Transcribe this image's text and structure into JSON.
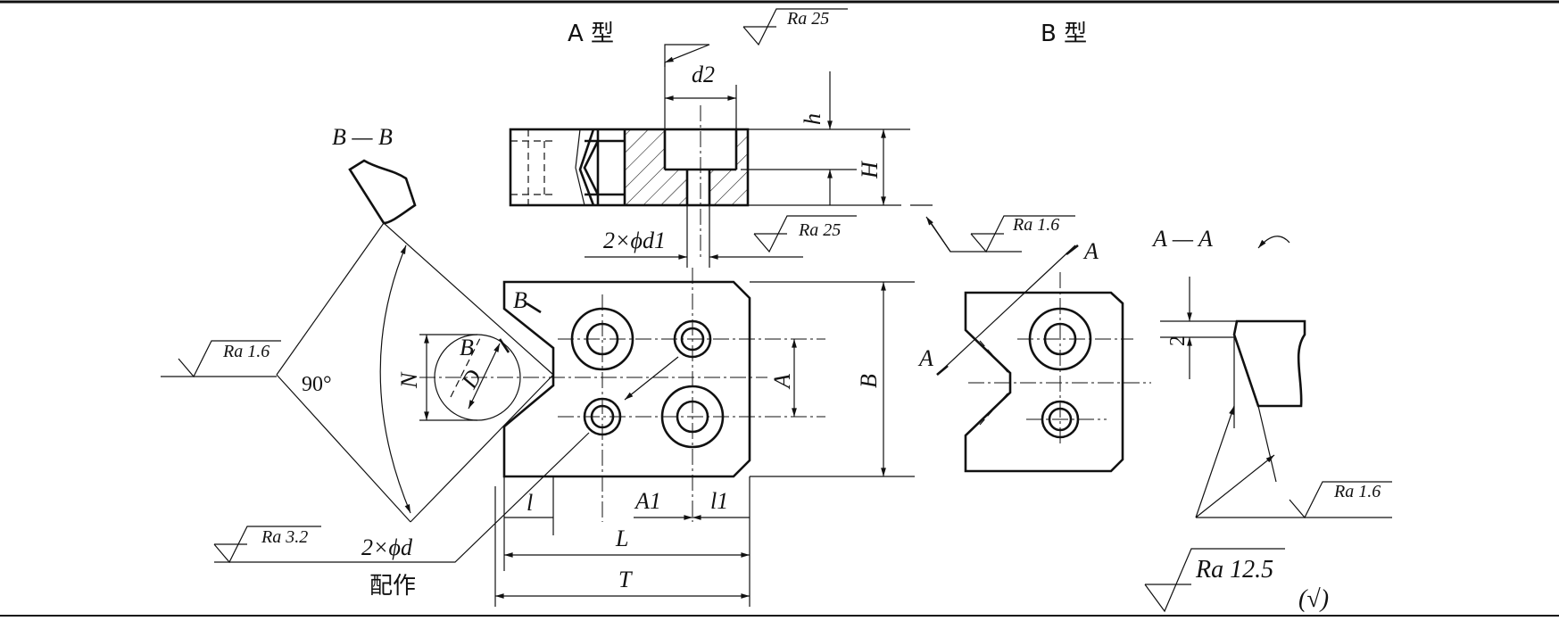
{
  "type_a_title": "A 型",
  "type_b_title": "B 型",
  "section_bb": "B — B",
  "section_aa": "A — A",
  "angle": "90°",
  "fit_note": "配作",
  "dims": {
    "d2": "d2",
    "h": "h",
    "H": "H",
    "two_d1": "2×ϕd1",
    "two_d": "2×ϕd",
    "N": "N",
    "D": "D",
    "A": "A",
    "B": "B",
    "A1": "A1",
    "l": "l",
    "l1": "l1",
    "L": "L",
    "T": "T",
    "two": "2"
  },
  "roughness": {
    "top_a": "Ra 25",
    "mid_a": "Ra 25",
    "right_a": "Ra 1.6",
    "left_v": "Ra 1.6",
    "bottom_left": "Ra 3.2",
    "section_aa": "Ra 1.6",
    "general": "Ra 12.5",
    "general_check": "(√)"
  },
  "cut_marks": {
    "b_mark": "B",
    "a_upper": "A",
    "a_lower": "A"
  }
}
